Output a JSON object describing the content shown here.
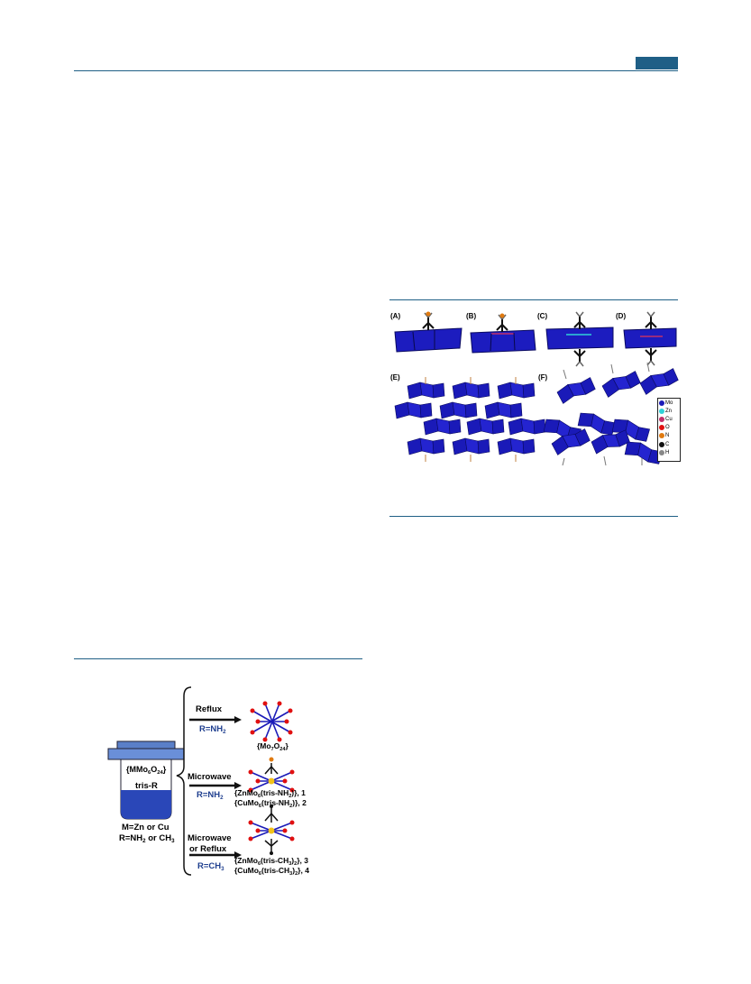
{
  "figure1": {
    "panels": [
      "(A)",
      "(B)",
      "(C)",
      "(D)",
      "(E)",
      "(F)"
    ],
    "legend": [
      {
        "label": "Mo",
        "color": "#1a1ab8"
      },
      {
        "label": "Zn",
        "color": "#2fd2d8"
      },
      {
        "label": "Cu",
        "color": "#c0306a"
      },
      {
        "label": "O",
        "color": "#e01010"
      },
      {
        "label": "N",
        "color": "#e07a10"
      },
      {
        "label": "C",
        "color": "#111111"
      },
      {
        "label": "H",
        "color": "#888888"
      }
    ]
  },
  "scheme": {
    "vessel_formula_prefix": "{MMo",
    "vessel_formula_sub1": "6",
    "vessel_formula_mid": "O",
    "vessel_formula_sub2": "24",
    "vessel_formula_suffix": "}",
    "vessel_ligand": "tris-R",
    "caption_line1": "M=Zn or Cu",
    "caption_line2_prefix": "R=NH",
    "caption_line2_sub1": "2",
    "caption_line2_mid": " or CH",
    "caption_line2_sub2": "3",
    "routes": [
      {
        "condition": "Reflux",
        "r_prefix": "R=NH",
        "r_sub": "2",
        "products": [
          {
            "p1": "{Mo",
            "s1": "7",
            "p2": "O",
            "s2": "24",
            "p3": "}"
          }
        ]
      },
      {
        "condition": "Microwave",
        "r_prefix": "R=NH",
        "r_sub": "2",
        "products": [
          {
            "p1": "{ZnMo",
            "s1": "6",
            "p2": "(tris-NH",
            "s2": "2",
            "p3": ")}, 1"
          },
          {
            "p1": "{CuMo",
            "s1": "6",
            "p2": "(tris-NH",
            "s2": "2",
            "p3": ")}, 2"
          }
        ]
      },
      {
        "condition_line1": "Microwave",
        "condition_line2": "or Reflux",
        "r_prefix": "R=CH",
        "r_sub": "3",
        "products": [
          {
            "p1": "{ZnMo",
            "s1": "6",
            "p2": "(tris-CH",
            "s2": "3",
            "p3": ")",
            "s3": "2",
            "p4": "}, 3"
          },
          {
            "p1": "{CuMo",
            "s1": "6",
            "p2": "(tris-CH",
            "s2": "3",
            "p3": ")",
            "s3": "2",
            "p4": "}, 4"
          }
        ]
      }
    ]
  }
}
